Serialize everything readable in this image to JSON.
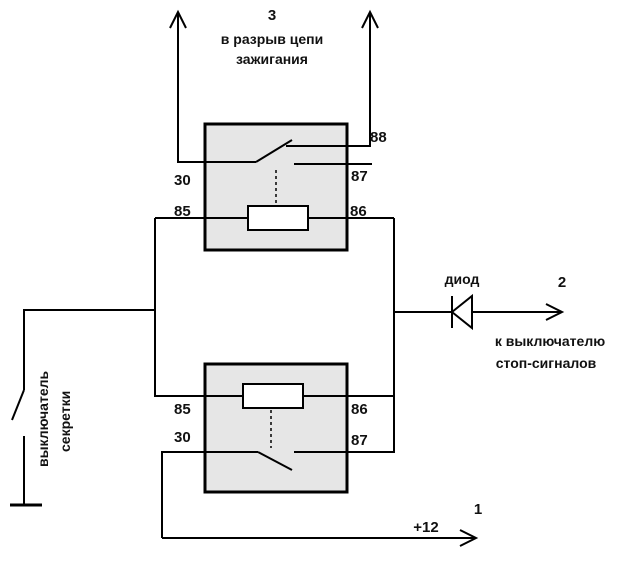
{
  "top": {
    "number": "3",
    "line1": "в разрыв цепи",
    "line2": "зажигания"
  },
  "relay_top": {
    "pin_88": "88",
    "pin_30": "30",
    "pin_87": "87",
    "pin_85": "85",
    "pin_86": "86"
  },
  "relay_bottom": {
    "pin_85": "85",
    "pin_86": "86",
    "pin_30": "30",
    "pin_87": "87"
  },
  "diode": {
    "label": "диод",
    "number": "2",
    "dest_line1": "к выключателю",
    "dest_line2": "стоп-сигналов"
  },
  "switch": {
    "line1": "выключатель",
    "line2": "секретки"
  },
  "power": {
    "number": "1",
    "label": "+12"
  }
}
